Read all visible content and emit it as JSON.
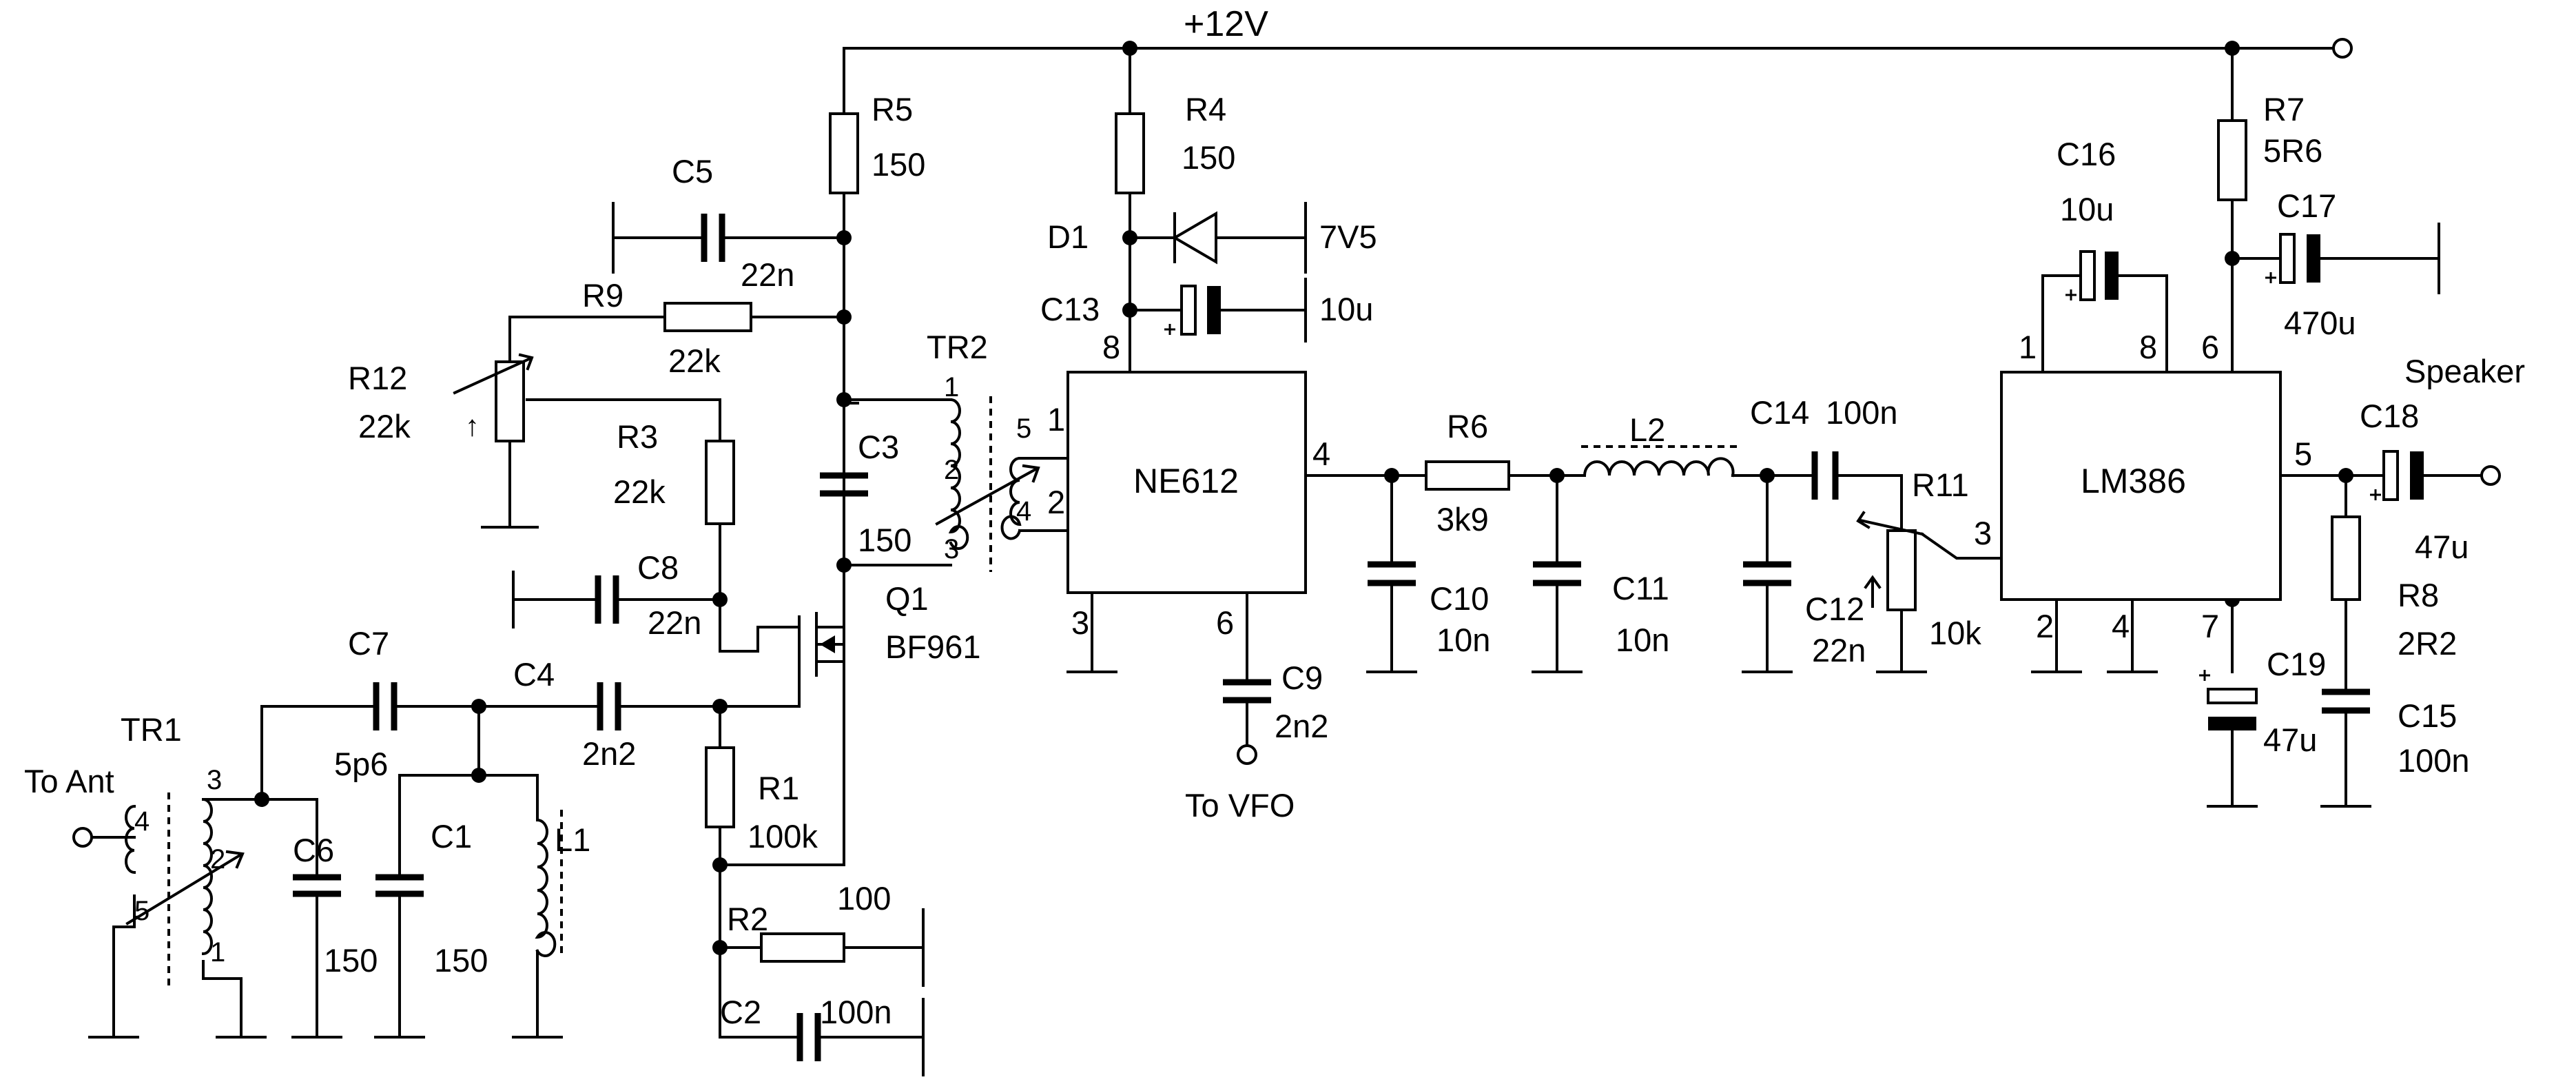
{
  "labels": {
    "supply": "+12V",
    "to_ant": "To Ant",
    "to_vfo": "To VFO",
    "speaker": "Speaker"
  },
  "components": {
    "TR1": {
      "ref": "TR1",
      "pins": [
        "4",
        "3",
        "2",
        "5",
        "1"
      ]
    },
    "TR2": {
      "ref": "TR2",
      "pins": [
        "1",
        "5",
        "2",
        "4",
        "3"
      ]
    },
    "C6": {
      "ref": "C6",
      "value": "150"
    },
    "C1": {
      "ref": "C1",
      "value": "150"
    },
    "L1": {
      "ref": "L1"
    },
    "C7": {
      "ref": "C7",
      "value": "5p6"
    },
    "C4": {
      "ref": "C4",
      "value": "2n2"
    },
    "R1": {
      "ref": "R1",
      "value": "100k"
    },
    "R2": {
      "ref": "R2",
      "value": "100"
    },
    "C2": {
      "ref": "C2",
      "value": "100n"
    },
    "C8": {
      "ref": "C8",
      "value": "22n"
    },
    "R3": {
      "ref": "R3",
      "value": "22k"
    },
    "R12": {
      "ref": "R12",
      "value": "22k"
    },
    "R9": {
      "ref": "R9",
      "value": "22k"
    },
    "C5": {
      "ref": "C5",
      "value": "22n"
    },
    "R5": {
      "ref": "R5",
      "value": "150"
    },
    "C3": {
      "ref": "C3",
      "value": "150"
    },
    "Q1": {
      "ref": "Q1",
      "value": "BF961"
    },
    "R4": {
      "ref": "R4",
      "value": "150"
    },
    "D1": {
      "ref": "D1",
      "value": "7V5"
    },
    "C13": {
      "ref": "C13",
      "value": "10u"
    },
    "NE612": {
      "ref": "NE612",
      "pins": [
        "8",
        "1",
        "2",
        "4",
        "3",
        "6"
      ]
    },
    "C9": {
      "ref": "C9",
      "value": "2n2"
    },
    "R6": {
      "ref": "R6",
      "value": "3k9"
    },
    "C10": {
      "ref": "C10",
      "value": "10n"
    },
    "C11": {
      "ref": "C11",
      "value": "10n"
    },
    "L2": {
      "ref": "L2"
    },
    "C14": {
      "ref": "C14",
      "value": "100n"
    },
    "C12": {
      "ref": "C12",
      "value": "22n"
    },
    "R11": {
      "ref": "R11",
      "value": "10k"
    },
    "LM386": {
      "ref": "LM386",
      "pins": [
        "1",
        "8",
        "6",
        "3",
        "5",
        "2",
        "4",
        "7"
      ]
    },
    "C16": {
      "ref": "C16",
      "value": "10u"
    },
    "R7": {
      "ref": "R7",
      "value": "5R6"
    },
    "C17": {
      "ref": "C17",
      "value": "470u"
    },
    "C18": {
      "ref": "C18",
      "value": "47u"
    },
    "C19": {
      "ref": "C19",
      "value": "47u"
    },
    "R8": {
      "ref": "R8",
      "value": "2R2"
    },
    "C15": {
      "ref": "C15",
      "value": "100n"
    }
  }
}
